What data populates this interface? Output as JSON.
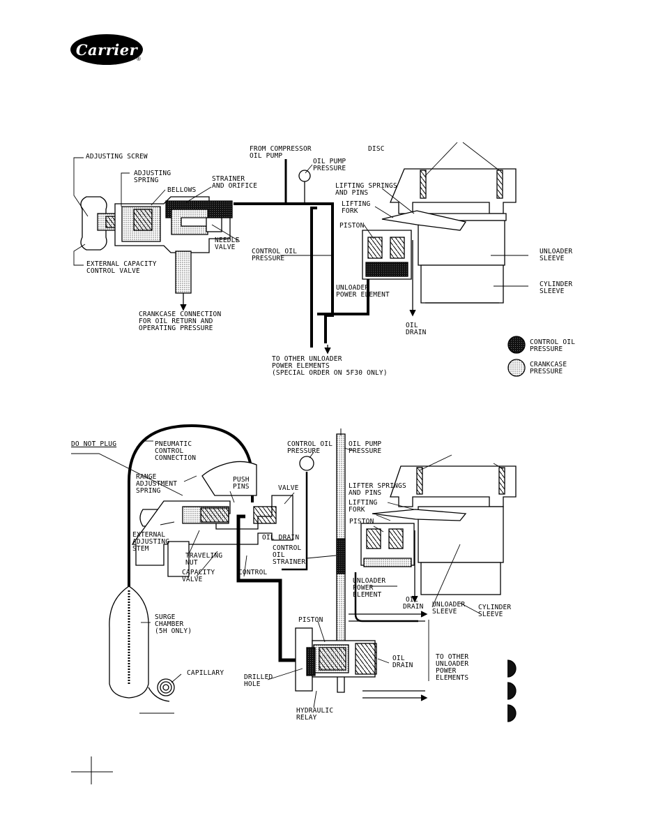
{
  "logo": {
    "brand": "Carrier",
    "registered": "®"
  },
  "figure1": {
    "labels": {
      "adjusting_screw": "ADJUSTING SCREW",
      "adjusting_spring_1": "ADJUSTING",
      "adjusting_spring_2": "SPRING",
      "bellows": "BELLOWS",
      "strainer_orifice_1": "STRAINER",
      "strainer_orifice_2": "AND ORIFICE",
      "from_compressor_1": "FROM COMPRESSOR",
      "from_compressor_2": "OIL PUMP",
      "oil_pump_pressure_1": "OIL PUMP",
      "oil_pump_pressure_2": "PRESSURE",
      "disc": "DISC",
      "lifting_springs_1": "LIFTING SPRINGS",
      "lifting_springs_2": "AND PINS",
      "lifting_fork_1": "LIFTING",
      "lifting_fork_2": "FORK",
      "piston": "PISTON",
      "external_valve_1": "EXTERNAL CAPACITY",
      "external_valve_2": "CONTROL VALVE",
      "needle_valve_1": "NEEDLE",
      "needle_valve_2": "VALVE",
      "control_oil_pressure_1": "CONTROL OIL",
      "control_oil_pressure_2": "PRESSURE",
      "unloader_sleeve_1": "UNLOADER",
      "unloader_sleeve_2": "SLEEVE",
      "cylinder_sleeve_1": "CYLINDER",
      "cylinder_sleeve_2": "SLEEVE",
      "unloader_power_1": "UNLOADER",
      "unloader_power_2": "POWER ELEMENT",
      "crankcase_conn_1": "CRANKCASE CONNECTION",
      "crankcase_conn_2": "FOR OIL RETURN AND",
      "crankcase_conn_3": "OPERATING PRESSURE",
      "oil_drain_1": "OIL",
      "oil_drain_2": "DRAIN",
      "to_other_1": "TO OTHER UNLOADER",
      "to_other_2": "POWER ELEMENTS",
      "to_other_3": "(SPECIAL ORDER ON 5F30 ONLY)"
    },
    "legend": {
      "control_oil_1": "CONTROL OIL",
      "control_oil_2": "PRESSURE",
      "crankcase_1": "CRANKCASE",
      "crankcase_2": "PRESSURE"
    }
  },
  "figure2": {
    "labels": {
      "do_not_plug": "DO NOT PLUG",
      "pneumatic_1": "PNEUMATIC",
      "pneumatic_2": "CONTROL",
      "pneumatic_3": "CONNECTION",
      "control_oil_pressure_1": "CONTROL OIL",
      "control_oil_pressure_2": "PRESSURE",
      "oil_pump_pressure_1": "OIL PUMP",
      "oil_pump_pressure_2": "PRESSURE",
      "range_adj_1": "RANGE",
      "range_adj_2": "ADJUSTMENT",
      "range_adj_3": "SPRING",
      "push_pins_1": "PUSH",
      "push_pins_2": "PINS",
      "valve": "VALVE",
      "lifter_springs_1": "LIFTER SPRINGS",
      "lifter_springs_2": "AND PINS",
      "lifting_fork_1": "LIFTING",
      "lifting_fork_2": "FORK",
      "piston_top": "PISTON",
      "external_stem_1": "EXTERNAL",
      "external_stem_2": "ADJUSTING",
      "external_stem_3": "STEM",
      "oil_drain_mid": "OIL DRAIN",
      "traveling_nut_1": "TRAVELING",
      "traveling_nut_2": "NUT",
      "control_strainer_1": "CONTROL",
      "control_strainer_2": "OIL",
      "control_strainer_3": "STRAINER",
      "capacity_valve_1": "CAPACITY",
      "capacity_valve_2": "VALVE",
      "control": "CONTROL",
      "unloader_power_1": "UNLOADER",
      "unloader_power_2": "POWER",
      "unloader_power_3": "ELEMENT",
      "oil_drain_1": "OIL",
      "oil_drain_2": "DRAIN",
      "unloader_sleeve_1": "UNLOADER",
      "unloader_sleeve_2": "SLEEVE",
      "cylinder_sleeve_1": "CYLINDER",
      "cylinder_sleeve_2": "SLEEVE",
      "surge_1": "SURGE",
      "surge_2": "CHAMBER",
      "surge_3": "(5H ONLY)",
      "piston_bottom": "PISTON",
      "oil_drain_relay_1": "OIL",
      "oil_drain_relay_2": "DRAIN",
      "to_other_1": "TO OTHER",
      "to_other_2": "UNLOADER",
      "to_other_3": "POWER",
      "to_other_4": "ELEMENTS",
      "capillary": "CAPILLARY",
      "drilled_hole_1": "DRILLED",
      "drilled_hole_2": "HOLE",
      "hydraulic_relay_1": "HYDRAULIC",
      "hydraulic_relay_2": "RELAY"
    }
  },
  "colors": {
    "ink": "#000000",
    "paper": "#ffffff",
    "stipple": "#b8b8b8"
  }
}
